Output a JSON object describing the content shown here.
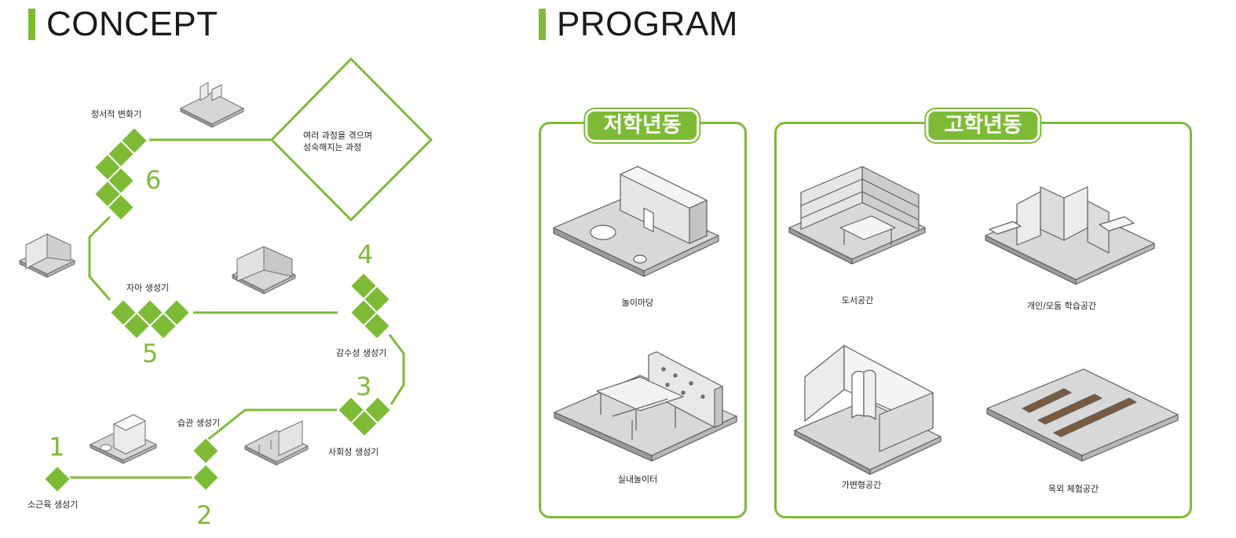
{
  "concept": {
    "title": "CONCEPT",
    "stages": [
      {
        "number": "1",
        "label": "소근육 생성기"
      },
      {
        "number": "2",
        "label": "습관 생성기"
      },
      {
        "number": "3",
        "label": "사회성 생성기"
      },
      {
        "number": "4",
        "label": "감수성 생성기"
      },
      {
        "number": "5",
        "label": "자아 생성기"
      },
      {
        "number": "6",
        "label": "정서적 변화기"
      }
    ],
    "goal_text": [
      "여러 과정을 겪으며",
      "성숙해지는 과정"
    ]
  },
  "program": {
    "title": "PROGRAM",
    "groups": [
      {
        "name": "저학년동",
        "spaces": [
          "놀이마당",
          "실내놀이터"
        ]
      },
      {
        "name": "고학년동",
        "spaces": [
          "도서공간",
          "개인/모둠 학습공간",
          "가변형공간",
          "옥외 체험공간"
        ]
      }
    ]
  },
  "colors": {
    "accent": "#7dbb35",
    "model_gray": "#d4d4d4",
    "model_dark": "#8a8a8a"
  }
}
